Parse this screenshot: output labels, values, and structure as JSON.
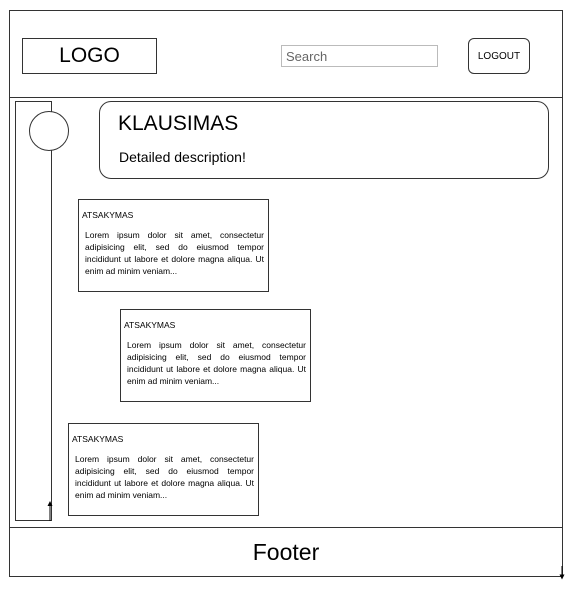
{
  "header": {
    "logo": "LOGO",
    "search": {
      "placeholder": "Search",
      "icon": "search-icon"
    },
    "logout_label": "LOGOUT"
  },
  "question": {
    "title": "KLAUSIMAS",
    "description": "Detailed description!"
  },
  "answers": [
    {
      "title": "ATSAKYMAS",
      "text": "Lorem ipsum dolor sit amet, consectetur adipisicing elit, sed do eiusmod tempor incididunt ut labore et dolore magna aliqua. Ut enim ad minim veniam..."
    },
    {
      "title": "ATSAKYMAS",
      "text": "Lorem ipsum dolor sit amet, consectetur adipisicing elit, sed do eiusmod tempor incididunt ut labore et dolore magna aliqua. Ut enim ad minim veniam..."
    },
    {
      "title": "ATSAKYMAS",
      "text": "Lorem ipsum dolor sit amet, consectetur adipisicing elit, sed do eiusmod tempor incididunt ut labore et dolore magna aliqua. Ut enim ad minim veniam..."
    }
  ],
  "footer": {
    "label": "Footer"
  },
  "colors": {
    "stroke": "#333333",
    "search_icon": "#4aa3df"
  }
}
